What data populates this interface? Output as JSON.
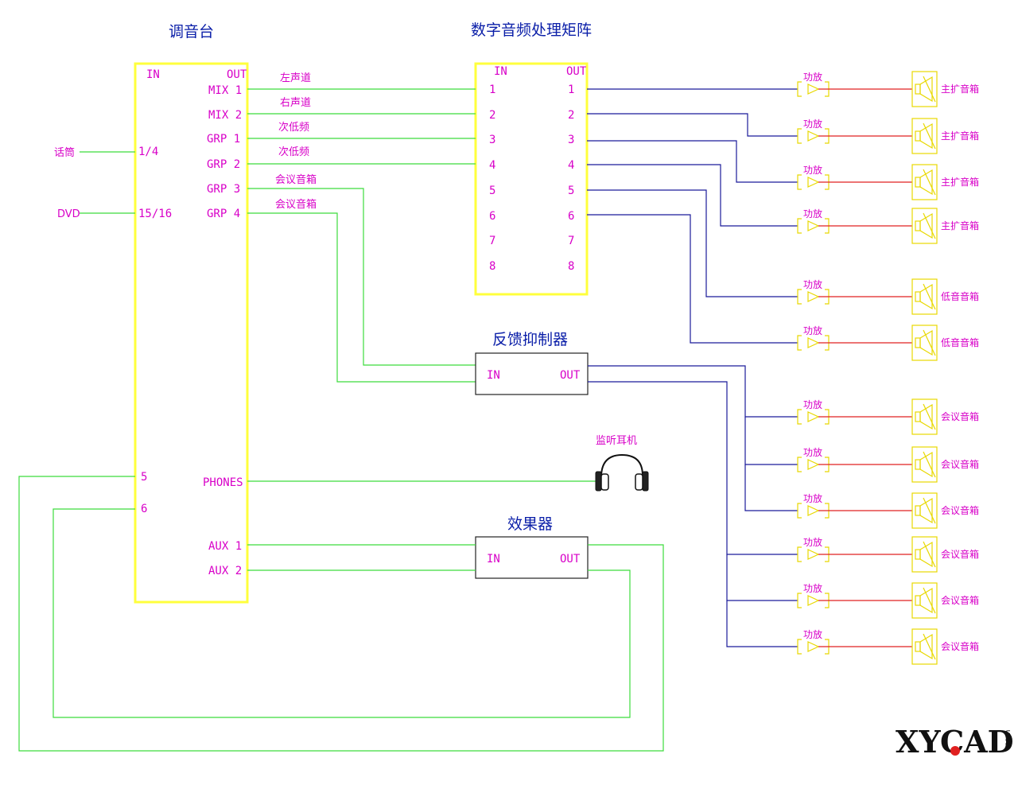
{
  "titles": {
    "mixer": "调音台",
    "matrix": "数字音频处理矩阵",
    "feedback": "反馈抑制器",
    "effects": "效果器"
  },
  "mixer": {
    "in_header": "IN",
    "out_header": "OUT",
    "outputs": [
      "MIX 1",
      "MIX 2",
      "GRP 1",
      "GRP 2",
      "GRP 3",
      "GRP 4",
      "PHONES",
      "AUX 1",
      "AUX 2"
    ],
    "inputs": [
      "1/4",
      "15/16",
      "5",
      "6"
    ]
  },
  "sources": {
    "mic": "话筒",
    "dvd": "DVD"
  },
  "signal_labels": [
    "左声道",
    "右声道",
    "次低频",
    "次低频",
    "会议音箱",
    "会议音箱"
  ],
  "matrix": {
    "in_header": "IN",
    "out_header": "OUT",
    "in_ports": [
      "1",
      "2",
      "3",
      "4",
      "5",
      "6",
      "7",
      "8"
    ],
    "out_ports": [
      "1",
      "2",
      "3",
      "4",
      "5",
      "6",
      "7",
      "8"
    ]
  },
  "feedback": {
    "in": "IN",
    "out": "OUT"
  },
  "effects": {
    "in": "IN",
    "out": "OUT"
  },
  "headphones_label": "监听耳机",
  "amp_label": "功放",
  "speakers": [
    "主扩音箱",
    "主扩音箱",
    "主扩音箱",
    "主扩音箱",
    "低音音箱",
    "低音音箱",
    "会议音箱",
    "会议音箱",
    "会议音箱",
    "会议音箱",
    "会议音箱",
    "会议音箱"
  ],
  "logo": {
    "main": "XYCAD",
    "domain": ".com"
  },
  "colors": {
    "box_outline": "#ffff3c",
    "signal_line": "#3cdc3c",
    "amp_feed_line": "#1a1a9a",
    "speaker_line": "#e02020",
    "label_text": "#d800c8",
    "title_text": "#0a1ea8"
  }
}
